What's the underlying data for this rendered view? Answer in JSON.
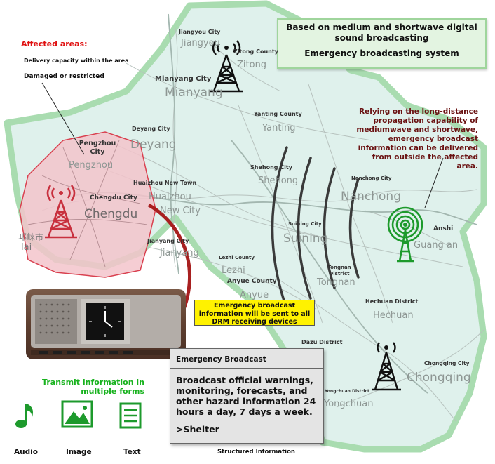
{
  "title_box": {
    "line1": "Based on medium and shortwave digital",
    "line1b": "sound broadcasting",
    "line2": "Emergency broadcasting system"
  },
  "affected": {
    "title": "Affected areas:",
    "line1": "Delivery capacity within the area",
    "line2": "Damaged or restricted"
  },
  "relying_note": "Relying on the long-distance propagation capability of mediumwave and shortwave, emergency broadcast information can be delivered from outside the affected area.",
  "map_labels": {
    "jiangyou_city": "Jiangyou City",
    "jiangyou": "Jiangyou",
    "zitong_county": "Zitong County",
    "zitong": "Zitong",
    "mianyang_city": "Mianyang City",
    "mianyang": "Mianyang",
    "yanting_county": "Yanting County",
    "yanting": "Yanting",
    "deyang_city": "Deyang City",
    "deyang": "Deyang",
    "pengzhou_city": "Pengzhou City",
    "pengzhou": "Pengzhou",
    "huaizhou_new_town": "Huaizhou New Town",
    "huaizhou": "Huaizhou",
    "new_city": "New City",
    "shehong_city": "Shehong City",
    "shehong": "Shehong",
    "nanchong_city": "Nanchong City",
    "nanchong": "Nanchong",
    "chengdu_city": "Chengdu City",
    "chengdu": "Chengdu",
    "suining_city": "Suining City",
    "suining": "Suining",
    "anshi": "Anshi",
    "guang_an": "Guang an",
    "jianyang_city": "Jianyang City",
    "jianyang": "Jianyang",
    "lezhi_county": "Lezhi County",
    "lezhi": "Lezhi",
    "tongnan_district": "Tongnan District",
    "tongnan": "Tongnan",
    "anyue_county": "Anyue County",
    "anyue": "Anyue",
    "hechuan_district": "Hechuan District",
    "hechuan": "Hechuan",
    "dazu_district": "Dazu District",
    "chongqing_city": "Chongqing City",
    "chongqing": "Chongqing",
    "yongchuan_district": "Yongchuan District",
    "yongchuan": "Yongchuan",
    "qionglai_partial": "邛崃市",
    "lai_partial": "lai"
  },
  "yellow_note": "Emergency broadcast information will be sent to all DRM receiving devices",
  "emergency_panel": {
    "header": "Emergency Broadcast",
    "body": "Broadcast official warnings, monitoring, forecasts, and other hazard information 24 hours a day, 7 days a week.",
    "shelter": ">Shelter"
  },
  "structured_label": "Structured Information",
  "transmit_label": "Transmit information in multiple forms",
  "media": {
    "audio": "Audio",
    "image": "Image",
    "text": "Text"
  },
  "colors": {
    "map_fill": "#dff1ec",
    "map_border": "#a9dcb0",
    "affected_fill": "#f3c4cb",
    "affected_border": "#d9404f",
    "tower_red": "#c8303e",
    "tower_green": "#1d9a2c",
    "arrow_red": "#a82020",
    "accent_green": "#18b21e",
    "yellow": "#fff200"
  }
}
